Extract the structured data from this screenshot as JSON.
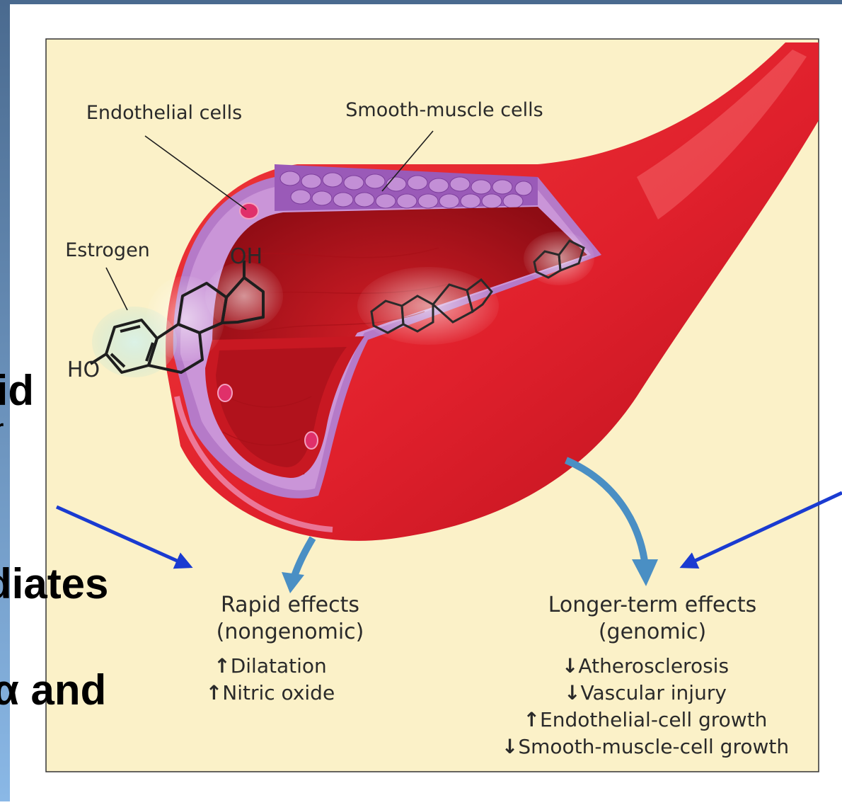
{
  "slide": {
    "left_edge_text": [
      "oid",
      "diates",
      "α and"
    ],
    "left_edge_fragment": "r",
    "accent_color": "#1a3bd1",
    "background_gradient": [
      "#4a6a8f",
      "#8ab8e6"
    ]
  },
  "figure": {
    "background_color": "#fbf1c8",
    "labels": {
      "endothelial": "Endothelial cells",
      "smooth_muscle": "Smooth-muscle cells",
      "estrogen": "Estrogen",
      "oh": "OH",
      "ho": "HO"
    },
    "rapid": {
      "title": "Rapid effects",
      "subtitle": "(nongenomic)",
      "items": [
        {
          "direction": "up",
          "text": "Dilatation"
        },
        {
          "direction": "up",
          "text": "Nitric oxide"
        }
      ]
    },
    "longer": {
      "title": "Longer-term effects",
      "subtitle": "(genomic)",
      "items": [
        {
          "direction": "down",
          "text": "Atherosclerosis"
        },
        {
          "direction": "down",
          "text": "Vascular injury"
        },
        {
          "direction": "up",
          "text": "Endothelial-cell growth"
        },
        {
          "direction": "down",
          "text": "Smooth-muscle-cell growth"
        }
      ]
    },
    "colors": {
      "vessel_red": "#e0202c",
      "vessel_dark": "#a5101c",
      "intima_purple": "#b57ac8",
      "effect_arrow": "#4a8fc4"
    }
  }
}
